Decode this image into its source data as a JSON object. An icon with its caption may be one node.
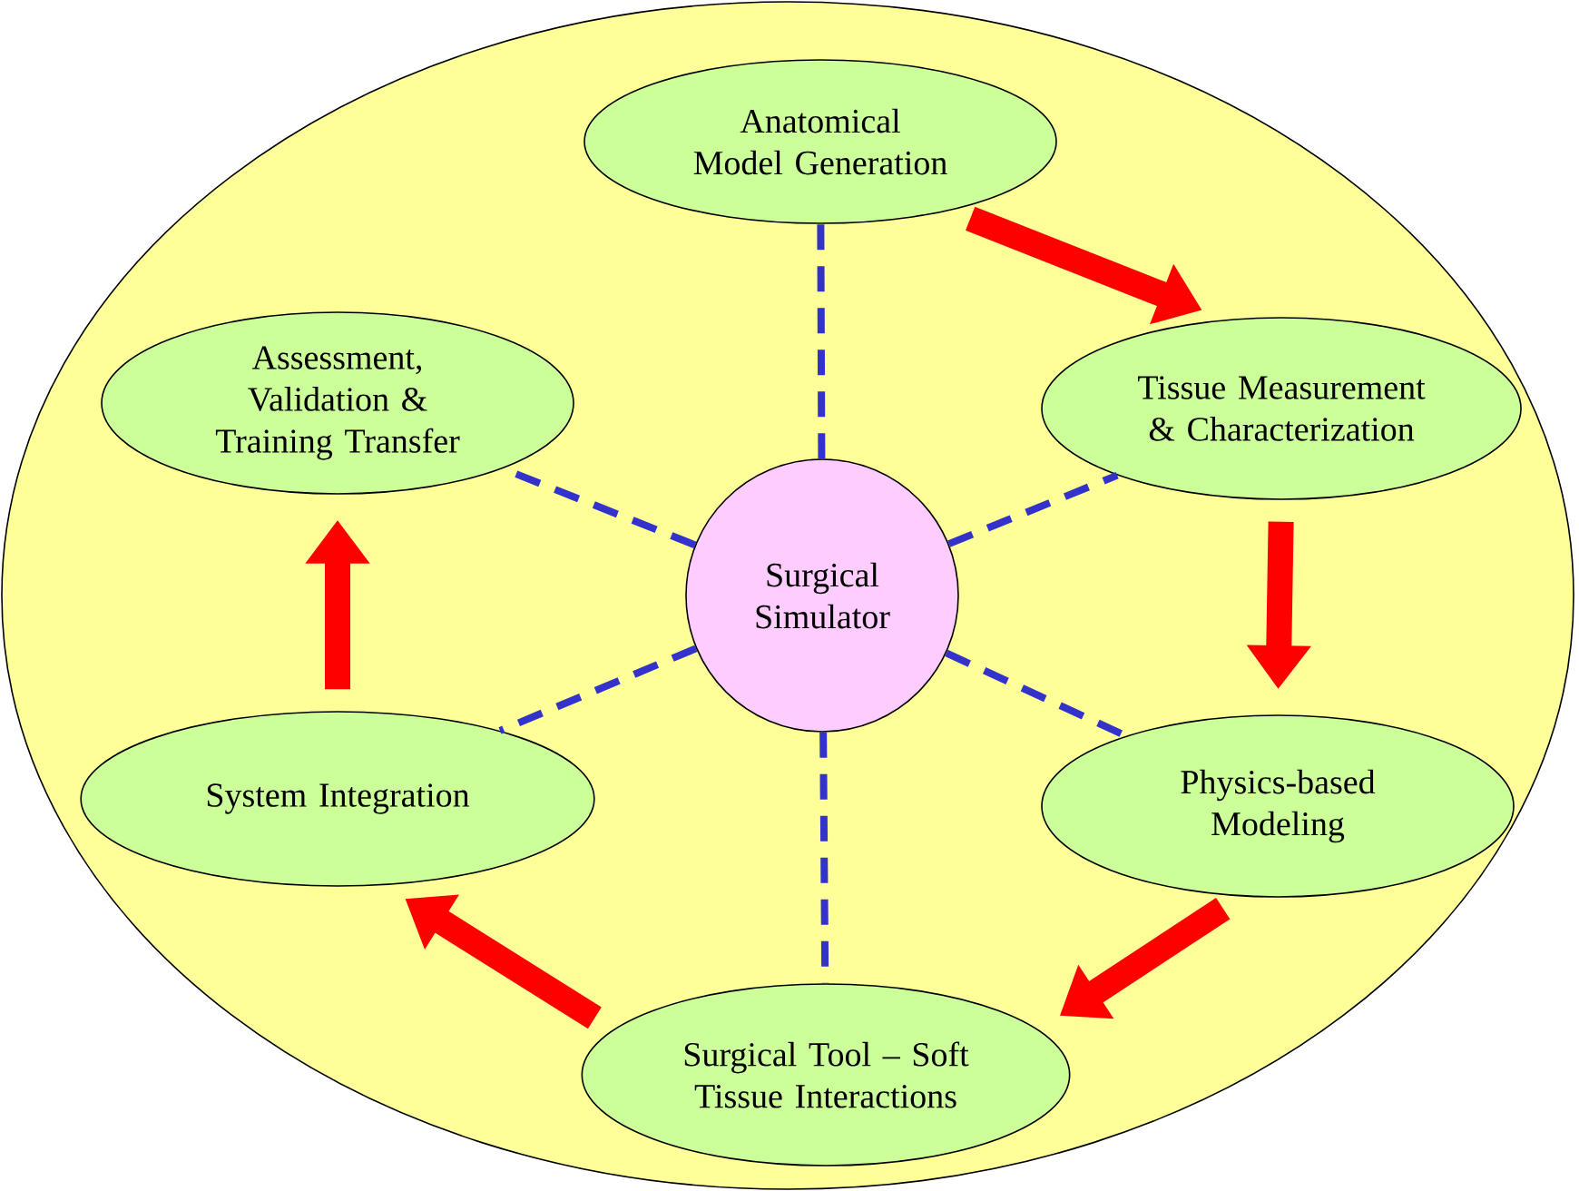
{
  "diagram": {
    "nodes": [
      {
        "text": [
          "Anatomical Model Generation"
        ]
      },
      {
        "text": [
          "Tissue Measurement & Characterization"
        ]
      },
      {
        "text": [
          "Physics-based Modeling"
        ]
      },
      {
        "text": [
          "Surgical Tool – Soft Tissue Interactions"
        ]
      },
      {
        "text": [
          "System Integration"
        ]
      },
      {
        "text": [
          "Assessment, Validation & Training Transfer"
        ]
      },
      {
        "text": [
          "Surgical Simulator"
        ]
      }
    ],
    "edges": [
      {
        "from": 6,
        "to": 0,
        "arrow": "none",
        "style": "dashed",
        "color": "#3333cc"
      },
      {
        "from": 6,
        "to": 1,
        "arrow": "none",
        "style": "dashed",
        "color": "#3333cc"
      },
      {
        "from": 6,
        "to": 2,
        "arrow": "none",
        "style": "dashed",
        "color": "#3333cc"
      },
      {
        "from": 6,
        "to": 3,
        "arrow": "none",
        "style": "dashed",
        "color": "#3333cc"
      },
      {
        "from": 6,
        "to": 4,
        "arrow": "none",
        "style": "dashed",
        "color": "#3333cc"
      },
      {
        "from": 6,
        "to": 5,
        "arrow": "none",
        "style": "dashed",
        "color": "#3333cc"
      },
      {
        "from": 0,
        "to": 1,
        "arrow": "to",
        "style": "thick",
        "color": "#ff0000"
      },
      {
        "from": 1,
        "to": 2,
        "arrow": "to",
        "style": "thick",
        "color": "#ff0000"
      },
      {
        "from": 2,
        "to": 3,
        "arrow": "to",
        "style": "thick",
        "color": "#ff0000"
      },
      {
        "from": 3,
        "to": 4,
        "arrow": "to",
        "style": "thick",
        "color": "#ff0000"
      },
      {
        "from": 4,
        "to": 5,
        "arrow": "to",
        "style": "thick",
        "color": "#ff0000"
      }
    ]
  }
}
